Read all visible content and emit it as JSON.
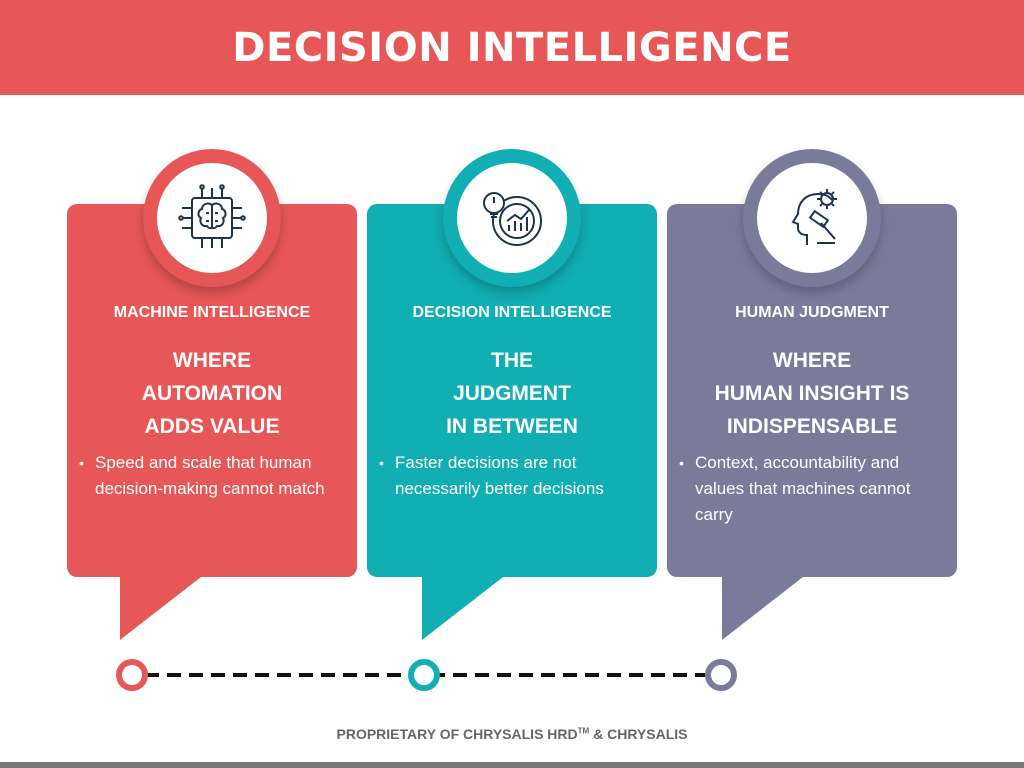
{
  "title": "DECISION INTELLIGENCE",
  "cards": [
    {
      "label": "MACHINE INTELLIGENCE",
      "headline": [
        "WHERE",
        "AUTOMATION",
        "ADDS VALUE"
      ],
      "bullet": "Speed and scale that human decision-making cannot match",
      "color": "#e85757",
      "icon": "brain-chip-icon"
    },
    {
      "label": "DECISION INTELLIGENCE",
      "headline": [
        "THE",
        "JUDGMENT",
        "IN BETWEEN"
      ],
      "bullet": "Faster decisions are not necessarily better decisions",
      "color": "#11aeb3",
      "icon": "lightbulb-analytics-icon"
    },
    {
      "label": "HUMAN JUDGMENT",
      "headline": [
        "WHERE",
        "HUMAN INSIGHT IS",
        "INDISPENSABLE"
      ],
      "bullet": "Context, accountability and values that machines cannot carry",
      "color": "#7a7b9b",
      "icon": "head-gavel-icon"
    }
  ],
  "footer": {
    "text": "PROPRIETARY OF CHRYSALIS HRD",
    "trademark": "TM",
    "suffix": "& CHRYSALIS"
  }
}
